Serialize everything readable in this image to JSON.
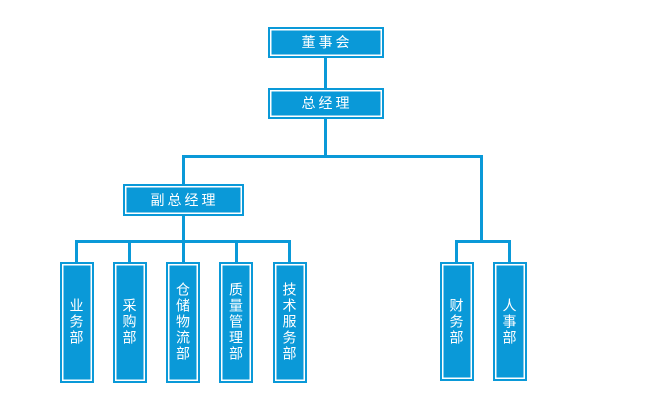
{
  "org_chart": {
    "nodes": {
      "board": "董事会",
      "general_manager": "总经理",
      "deputy_general_manager": "副总经理",
      "left_departments": [
        "业务部",
        "采购部",
        "仓储物流部",
        "质量管理部",
        "技术服务部"
      ],
      "right_departments": [
        "财务部",
        "人事部"
      ]
    },
    "structure": [
      {
        "parent": "董事会",
        "children": [
          "总经理"
        ]
      },
      {
        "parent": "总经理",
        "children": [
          "副总经理",
          "财务部",
          "人事部"
        ]
      },
      {
        "parent": "副总经理",
        "children": [
          "业务部",
          "采购部",
          "仓储物流部",
          "质量管理部",
          "技术服务部"
        ]
      }
    ],
    "colors": {
      "node_fill": "#0a99d8",
      "node_inner_border": "#ffffff",
      "connector": "#0a99d8",
      "text": "#ffffff",
      "background": "#ffffff"
    }
  }
}
